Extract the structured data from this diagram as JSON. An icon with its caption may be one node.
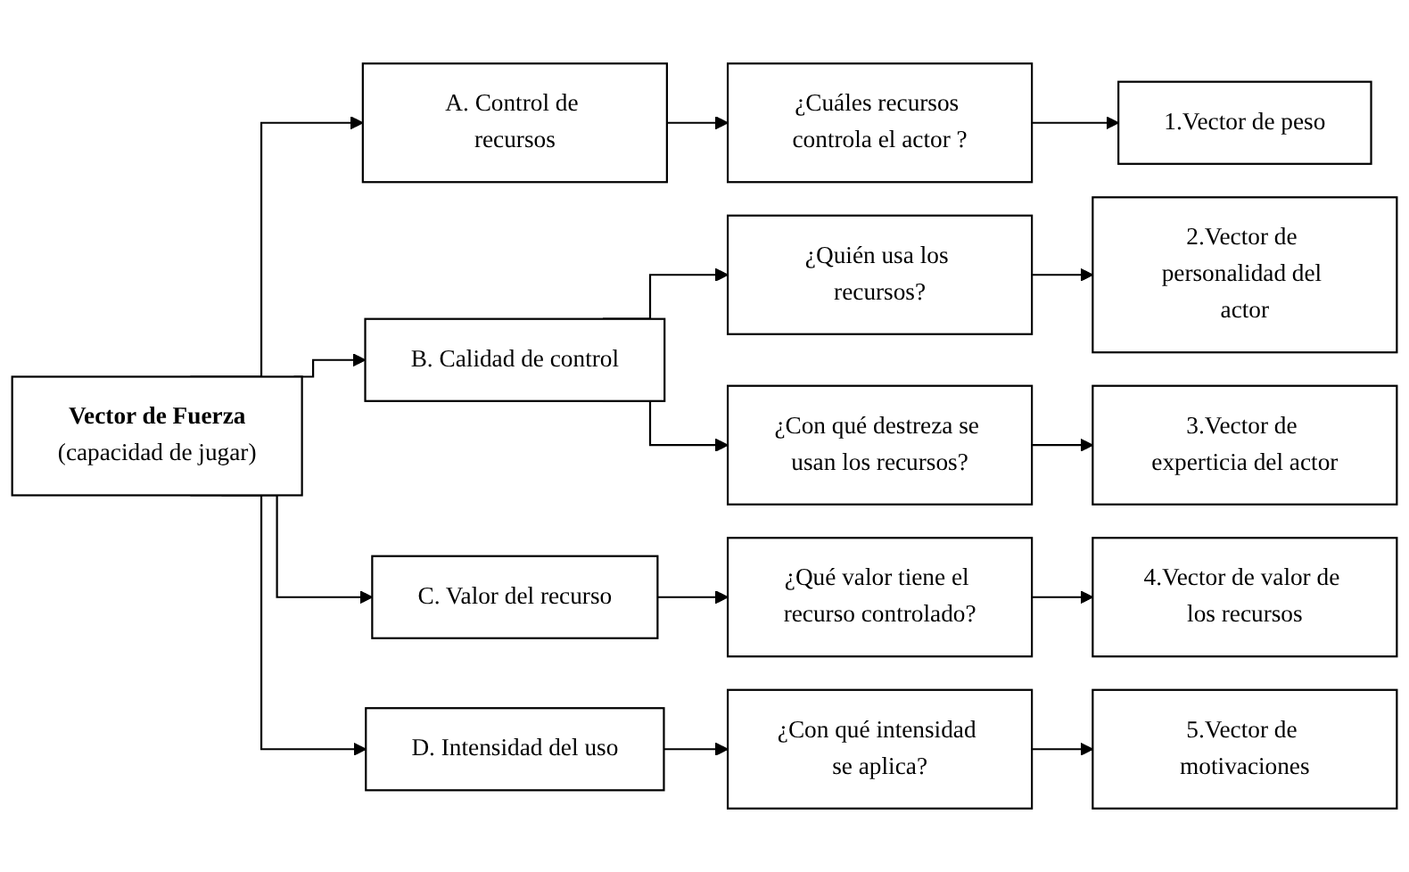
{
  "diagram": {
    "nodes": [
      {
        "text": [
          "Vector de Fuerza",
          "(capacidad de jugar)"
        ]
      },
      {
        "text": [
          "A. Control de recursos"
        ]
      },
      {
        "text": [
          "¿Cuáles recursos controla el actor ?"
        ]
      },
      {
        "text": [
          "1.Vector de peso"
        ]
      },
      {
        "text": [
          "B. Calidad de control"
        ]
      },
      {
        "text": [
          "¿Quién usa los recursos?"
        ]
      },
      {
        "text": [
          "2.Vector de personalidad del actor"
        ]
      },
      {
        "text": [
          "¿Con qué destreza se usan los recursos?"
        ]
      },
      {
        "text": [
          "3.Vector de experticia del actor"
        ]
      },
      {
        "text": [
          "C. Valor del recurso"
        ]
      },
      {
        "text": [
          "¿Qué valor tiene el recurso controlado?"
        ]
      },
      {
        "text": [
          "4.Vector de valor de los recursos"
        ]
      },
      {
        "text": [
          "D. Intensidad del uso"
        ]
      },
      {
        "text": [
          "¿Con qué intensidad se aplica?"
        ]
      },
      {
        "text": [
          "5.Vector de motivaciones"
        ]
      }
    ],
    "edges": [
      {
        "from": 0,
        "to": 1,
        "arrow": "to"
      },
      {
        "from": 0,
        "to": 4,
        "arrow": "to"
      },
      {
        "from": 0,
        "to": 9,
        "arrow": "to"
      },
      {
        "from": 0,
        "to": 12,
        "arrow": "to"
      },
      {
        "from": 1,
        "to": 2,
        "arrow": "to"
      },
      {
        "from": 2,
        "to": 3,
        "arrow": "to"
      },
      {
        "from": 4,
        "to": 5,
        "arrow": "to"
      },
      {
        "from": 4,
        "to": 7,
        "arrow": "to"
      },
      {
        "from": 5,
        "to": 6,
        "arrow": "to"
      },
      {
        "from": 7,
        "to": 8,
        "arrow": "to"
      },
      {
        "from": 9,
        "to": 10,
        "arrow": "to"
      },
      {
        "from": 10,
        "to": 11,
        "arrow": "to"
      },
      {
        "from": 12,
        "to": 13,
        "arrow": "to"
      },
      {
        "from": 13,
        "to": 14,
        "arrow": "to"
      }
    ]
  }
}
